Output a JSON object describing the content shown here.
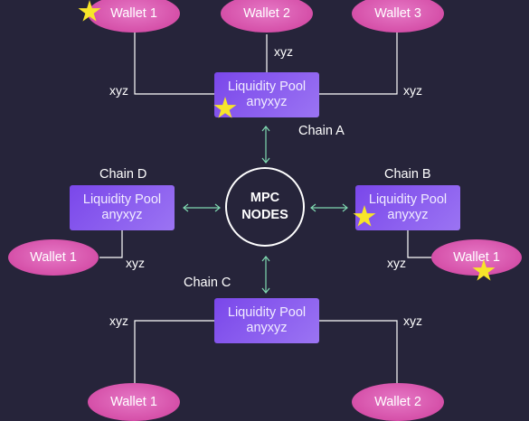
{
  "center": {
    "line1": "MPC",
    "line2": "NODES"
  },
  "pools": {
    "a": {
      "line1": "Liquidity Pool",
      "line2": "anyxyz",
      "chain": "Chain A"
    },
    "b": {
      "line1": "Liquidity Pool",
      "line2": "anyxyz",
      "chain": "Chain B"
    },
    "c": {
      "line1": "Liquidity Pool",
      "line2": "anyxyz",
      "chain": "Chain C"
    },
    "d": {
      "line1": "Liquidity Pool",
      "line2": "anyxyz",
      "chain": "Chain D"
    }
  },
  "wallets": {
    "top_left": "Wallet 1",
    "top_mid": "Wallet 2",
    "top_right": "Wallet 3",
    "left": "Wallet 1",
    "right": "Wallet 1",
    "bottom_left": "Wallet 1",
    "bottom_right": "Wallet 2"
  },
  "edge_labels": {
    "top_left": "xyz",
    "top_mid": "xyz",
    "top_right": "xyz",
    "left": "xyz",
    "right": "xyz",
    "bottom_left": "xyz",
    "bottom_right": "xyz"
  },
  "colors": {
    "background": "#26243a",
    "pool": "#8a5cf0",
    "wallet": "#d957ad",
    "connector": "#ffffff",
    "arrow": "#7fd8b0",
    "star": "#f7e52a"
  },
  "icons": [
    "star-icon",
    "double-arrow-icon"
  ]
}
